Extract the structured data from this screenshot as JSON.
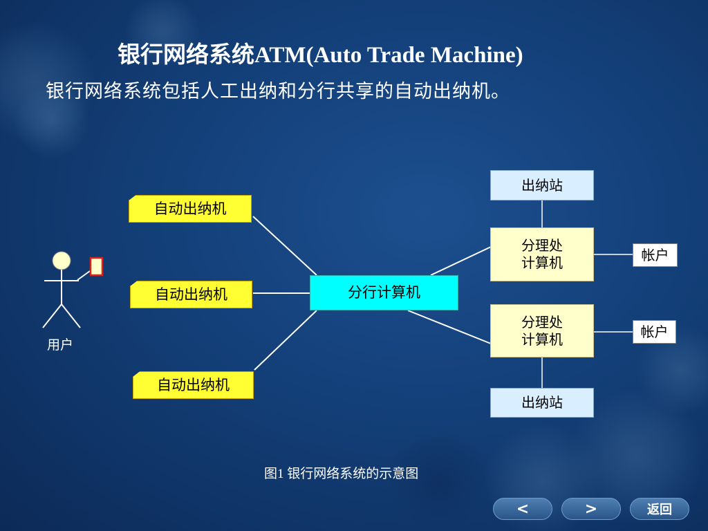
{
  "title": "银行网络系统ATM(Auto Trade Machine)",
  "subtitle": "银行网络系统包括人工出纳和分行共享的自动出纳机。",
  "diagram": {
    "user_label": "用户",
    "atm_labels": [
      "自动出纳机",
      "自动出纳机",
      "自动出纳机"
    ],
    "branch_computer": "分行计算机",
    "teller_station_top": "出纳站",
    "teller_station_bottom": "出纳站",
    "branch_office_computer_1": "分理处\n计算机",
    "branch_office_computer_2": "分理处\n计算机",
    "account_1": "帐户",
    "account_2": "帐户"
  },
  "caption": "图1 银行网络系统的示意图",
  "nav": {
    "prev": "<",
    "next": ">",
    "back": "返回"
  }
}
